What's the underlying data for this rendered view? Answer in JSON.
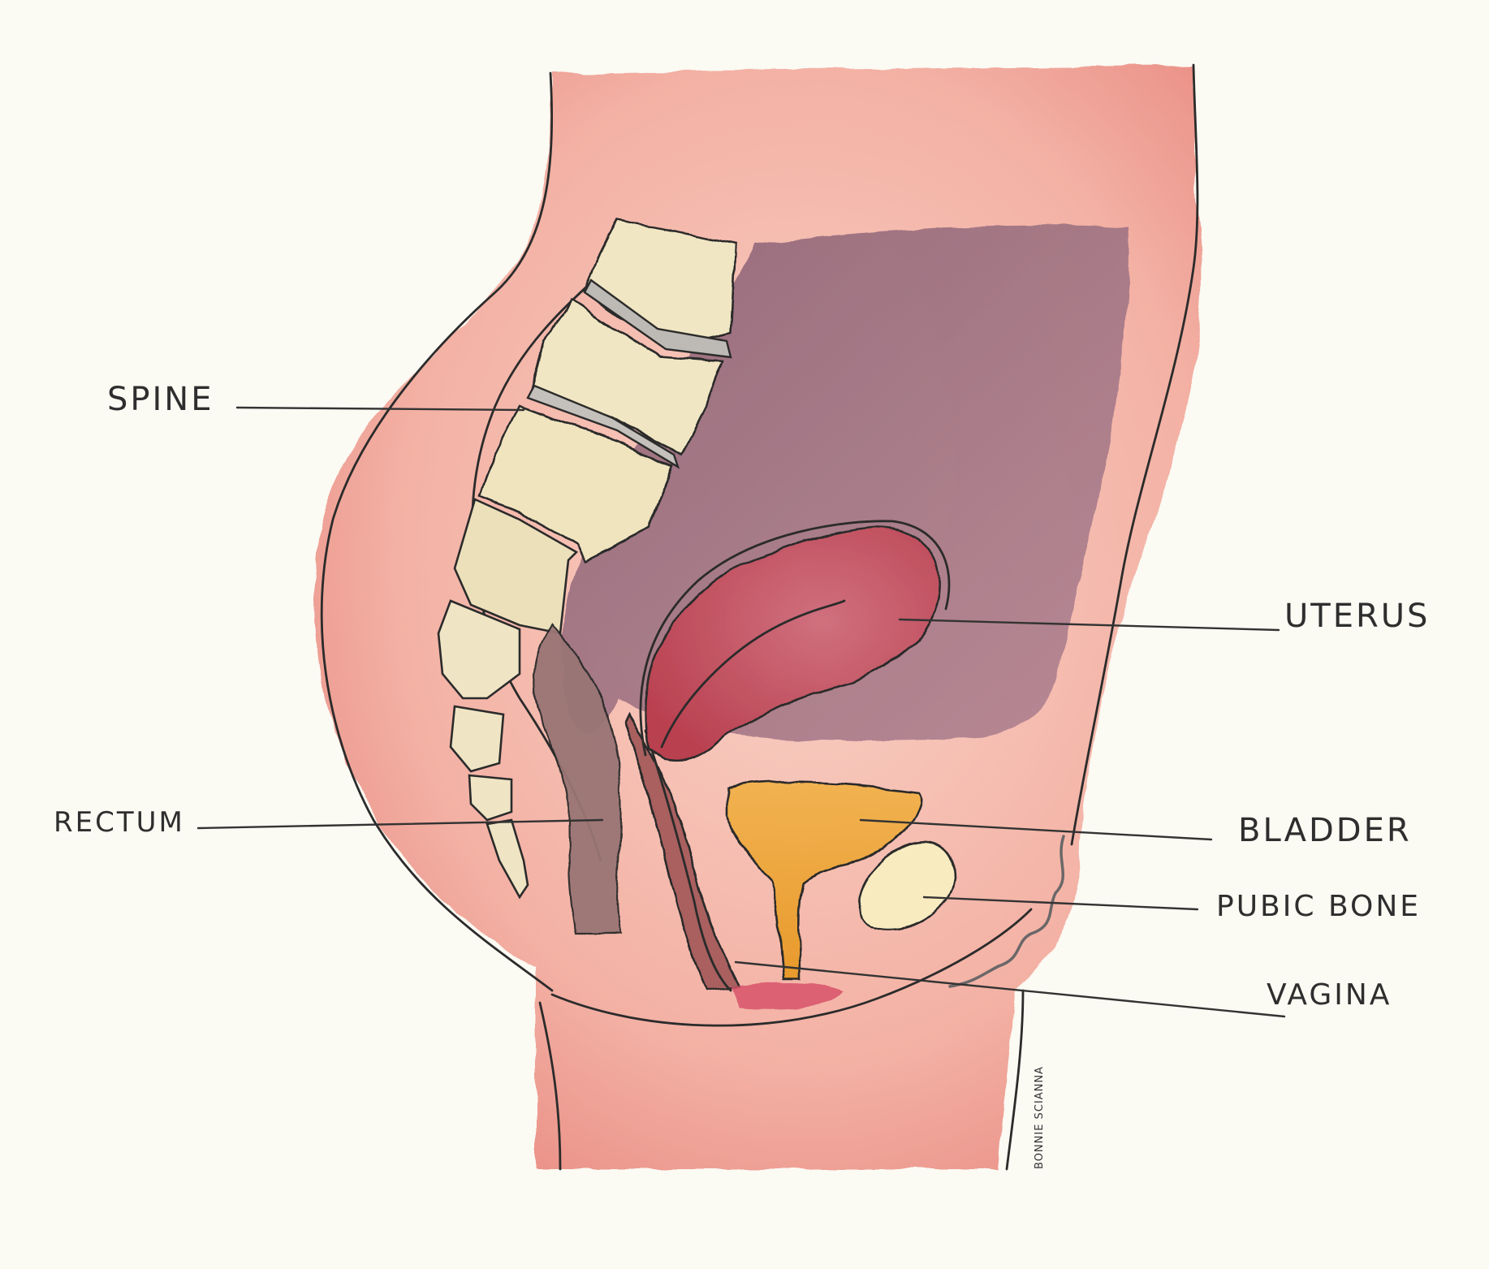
{
  "labels": {
    "spine": "SPINE",
    "uterus": "UTERUS",
    "rectum": "RECTUM",
    "bladder": "BLADDER",
    "pubic_bone": "PUBIC BONE",
    "vagina": "VAGINA"
  },
  "signature": "BONNIE SCIANNA",
  "colors": {
    "paper": "#fbfaf3",
    "skin": "#f3b2a6",
    "skin_deep": "#e98a82",
    "bone": "#f1e6c3",
    "disc": "#b8b5b0",
    "cavity": "#a37886",
    "uterus": "#c7566a",
    "rectum": "#9a7474",
    "vagina": "#a9605f",
    "bladder": "#eeaa3a",
    "pubic_bone": "#f8ebc0"
  }
}
